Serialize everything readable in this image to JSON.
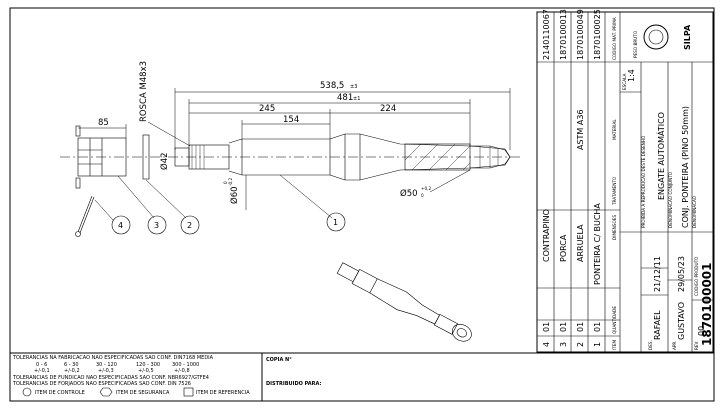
{
  "drawing": {
    "dims": {
      "total": "538,5",
      "total_tol": "±3",
      "d481": "481",
      "d481_tol": "±1",
      "d245": "245",
      "d224": "224",
      "d154": "154",
      "d85": "85",
      "thread_label": "ROSCA M48x3",
      "dia42": "Ø42",
      "dia60": "Ø60",
      "dia60_tol_top": "0",
      "dia60_tol_bot": "-0,2",
      "dia50": "Ø50",
      "dia50_tol_top": "+0,2",
      "dia50_tol_bot": "0"
    },
    "balloons": [
      "1",
      "2",
      "3",
      "4"
    ]
  },
  "bom": {
    "rows": [
      {
        "item": "4",
        "qty": "01",
        "desc": "CONTRAPINO",
        "material": "",
        "code": "2140110067"
      },
      {
        "item": "3",
        "qty": "01",
        "desc": "PORCA",
        "material": "",
        "code": "1870100013"
      },
      {
        "item": "2",
        "qty": "01",
        "desc": "ARRUELA",
        "material": "ASTM A36",
        "code": "1870100049"
      },
      {
        "item": "1",
        "qty": "01",
        "desc": "PONTEIRA C/ BUCHA",
        "material": "",
        "code": "1870100025"
      }
    ],
    "headers": {
      "item": "ITEM",
      "qty": "QUANTIDADE",
      "desc": "DIMENSOES",
      "treatment": "TRATAMENTO",
      "material": "MATERIAL",
      "code": "CODIGO MAT. PRIMA",
      "weight": "PESO BRUTO"
    }
  },
  "titleblock": {
    "des_label": "DES.",
    "des_name": "RAFAEL",
    "des_date": "21/12/11",
    "apr_label": "APR.",
    "apr_name": "GUSTAVO",
    "apr_date": "29/05/23",
    "rev_label": "REV.",
    "rev_value": "00",
    "code_label": "CODIGO PRODUTO",
    "code_value": "1870100001",
    "prohibition": "PROIBIDA A REPRODUCAO DESTE DESENHO",
    "denom_conj_label": "DENOMINACAO CONJUNTO",
    "denom_conj": "ENGATE AUTOMÁTICO",
    "denom_label": "DENOMINACAO",
    "denom": "CONJ. PONTEIRA (PINO 50mm)",
    "scale_label": "ESCALA",
    "scale": "1:4",
    "logo": "SILPA"
  },
  "footer": {
    "tol1": "TOLERANCIAS NA FABRICACAO NAO ESPECIFICADAS SAO CONF. DIN7168 MEDIA",
    "ranges": [
      "0 - 6",
      "6 - 30",
      "30 - 120",
      "120 - 300",
      "300 - 1000"
    ],
    "tols": [
      "+/-0,1",
      "+/-0,2",
      "+/-0,3",
      "+/-0,5",
      "+/-0,8"
    ],
    "tol2": "TOLERANCIAS DE FUNDICAO NAO ESPECIFICADAS SAO CONF. NBR6927/GTFE4",
    "tol3": "TOLERANCIAS DE FORJADOS NAO ESPECIFICADAS SAO CONF. DIN 7526",
    "legend_control": "ITEM DE CONTROLE",
    "legend_safety": "ITEM DE SEGURANCA",
    "legend_ref": "ITEM DE REFERENCIA",
    "copy_label": "COPIA N°",
    "distrib_label": "DISTRIBUIDO PARA:"
  }
}
